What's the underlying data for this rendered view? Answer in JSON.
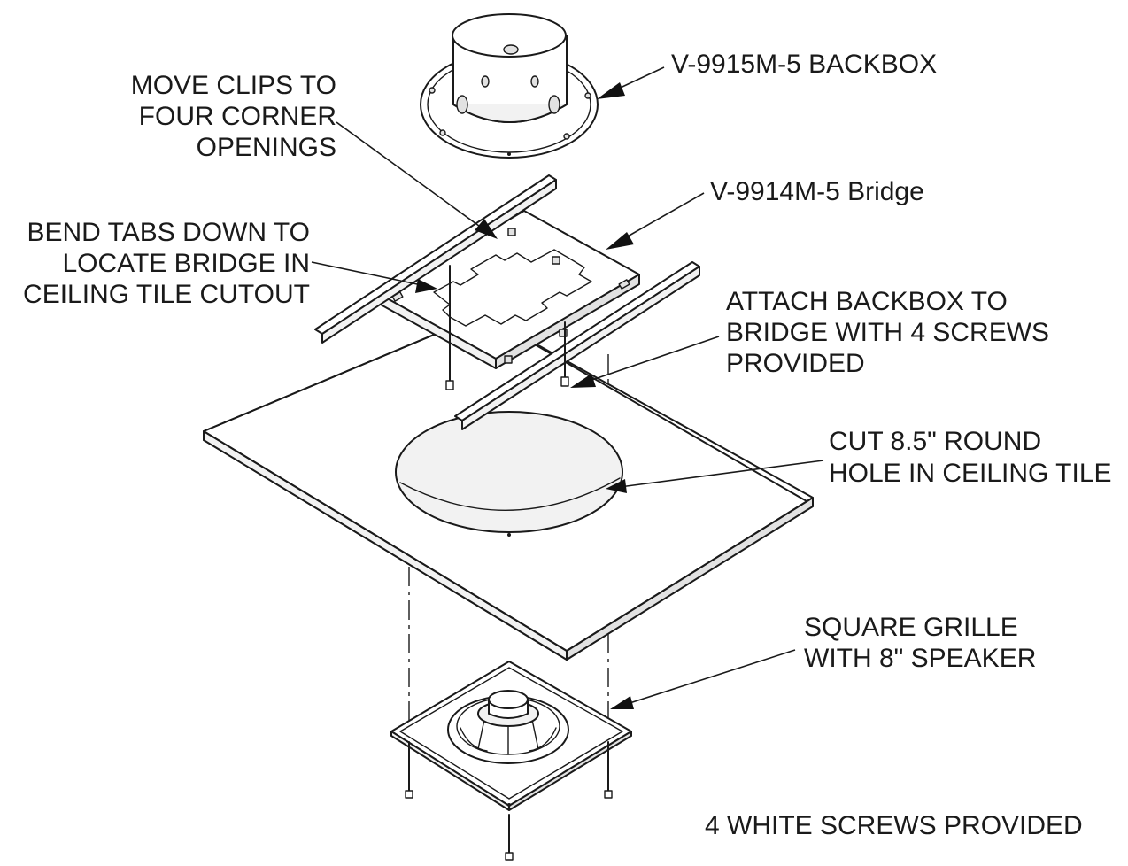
{
  "labels": {
    "backbox": "V-9915M-5 BACKBOX",
    "move_clips": [
      "MOVE CLIPS TO",
      "FOUR CORNER",
      "OPENINGS"
    ],
    "bridge": "V-9914M-5 Bridge",
    "bend_tabs": [
      "BEND TABS DOWN TO",
      "LOCATE BRIDGE IN",
      "CEILING TILE CUTOUT"
    ],
    "attach_backbox": [
      "ATTACH BACKBOX TO",
      "BRIDGE WITH 4 SCREWS",
      "PROVIDED"
    ],
    "cut_hole": [
      "CUT 8.5\" ROUND",
      "HOLE IN CEILING TILE"
    ],
    "grille": [
      "SQUARE GRILLE",
      "WITH 8\" SPEAKER"
    ],
    "white_screws": "4 WHITE SCREWS PROVIDED"
  }
}
